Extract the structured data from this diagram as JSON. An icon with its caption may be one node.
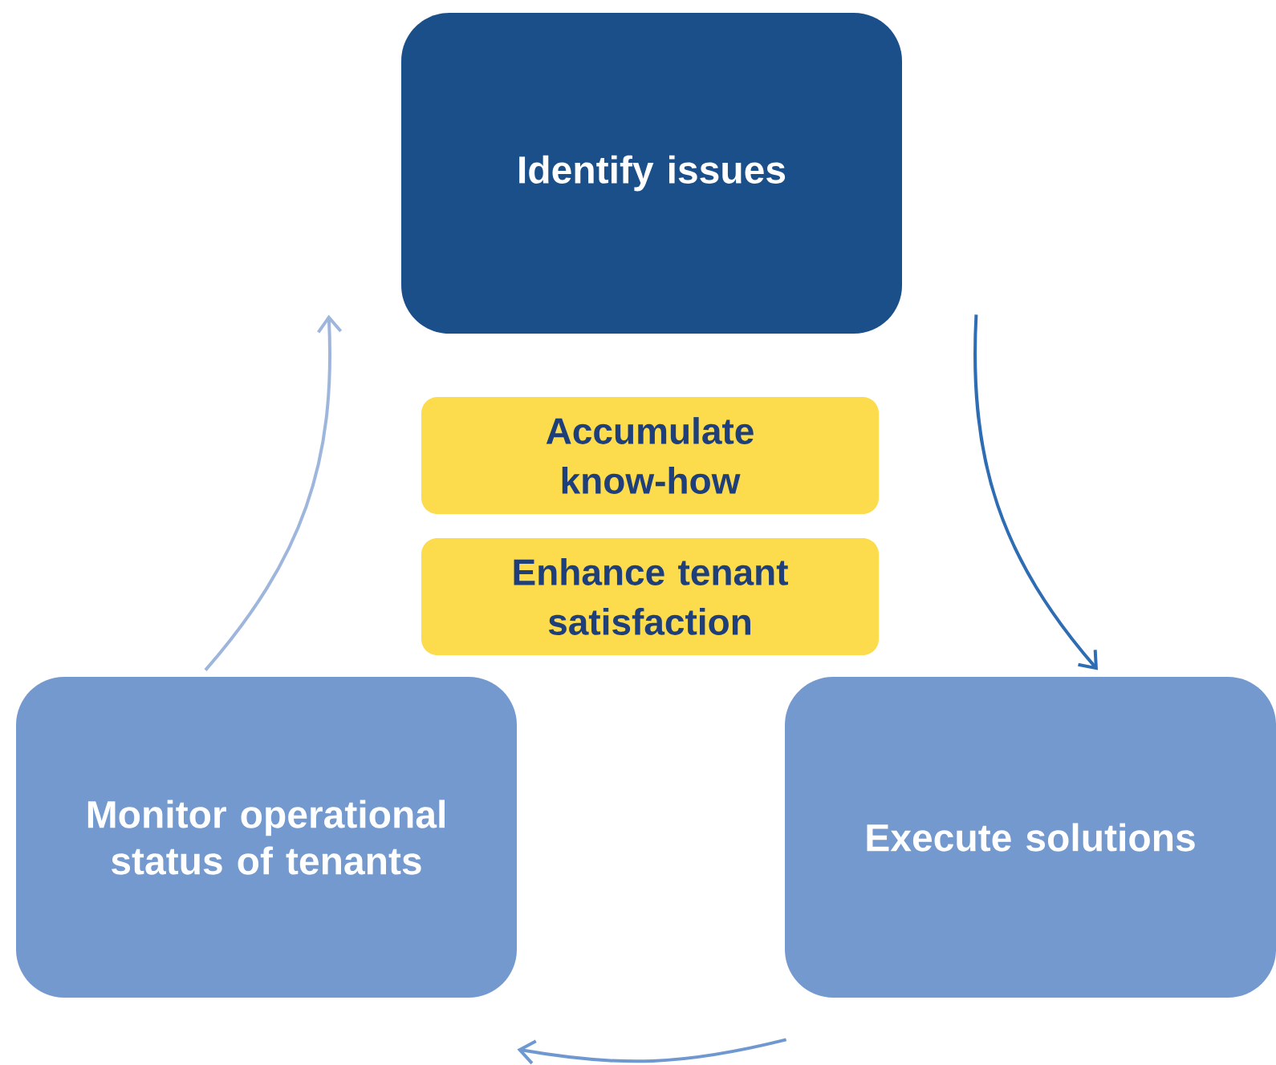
{
  "diagram": {
    "nodes": [
      {
        "text": [
          "Identify issues"
        ]
      },
      {
        "text": [
          "Execute solutions"
        ]
      },
      {
        "text": [
          "Monitor operational status of tenants"
        ]
      },
      {
        "text": [
          "Accumulate know-how"
        ]
      },
      {
        "text": [
          "Enhance tenant satisfaction"
        ]
      }
    ],
    "edges": [
      {
        "from": 0,
        "to": 1,
        "arrow": "to",
        "color": "#2e6db4"
      },
      {
        "from": 1,
        "to": 2,
        "arrow": "to",
        "color": "#6f98d0"
      },
      {
        "from": 2,
        "to": 0,
        "arrow": "to",
        "color": "#9fb6dc"
      }
    ]
  }
}
